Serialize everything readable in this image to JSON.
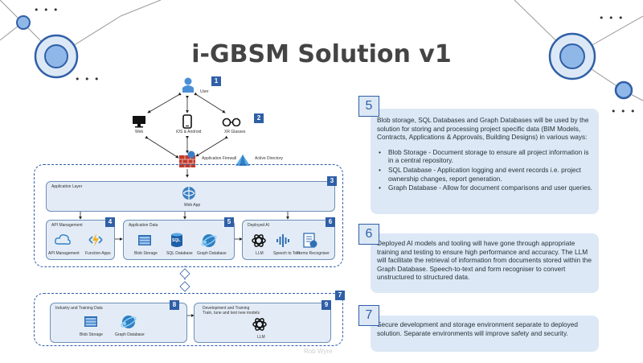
{
  "title": "i-GBSM Solution v1",
  "watermark": "Rob Wyre",
  "colors": {
    "accent": "#2f5fa7",
    "panel": "#e3ecf6",
    "note_bg": "#dce8f5",
    "circle": "#8fb8e8"
  },
  "diagram": {
    "user": {
      "label": "User",
      "badge": "1",
      "icon": "user-icon"
    },
    "devices": {
      "badge": "2",
      "web": {
        "label": "Web",
        "icon": "monitor-icon"
      },
      "mobile": {
        "label": "iOS & Android",
        "icon": "phone-icon"
      },
      "xr": {
        "label": "XR Glasses",
        "icon": "glasses-icon"
      }
    },
    "firewall": {
      "label": "Application Firewall",
      "icon": "firewall-icon"
    },
    "active_directory": {
      "label": "Active Directory",
      "icon": "active-directory-icon"
    },
    "application_layer": {
      "title": "Application Layer",
      "badge": "3",
      "web_app": "Web App"
    },
    "api_management": {
      "title": "API Management",
      "badge": "4",
      "items": [
        "API Management",
        "Function Apps"
      ]
    },
    "application_data": {
      "title": "Application Data",
      "badge": "5",
      "items": [
        "Blob Storage",
        "SQL Database",
        "Graph Database"
      ],
      "sql_glyph": "SQL"
    },
    "deployed_ai": {
      "title": "Deployed AI",
      "badge": "6",
      "items": [
        "LLM",
        "Speech to Text",
        "Forms Recogniser"
      ]
    },
    "environment_badge": "7",
    "industry_data": {
      "title": "Industry and Training Data",
      "badge": "8",
      "items": [
        "Blob Storage",
        "Graph Database"
      ]
    },
    "dev_training": {
      "title": "Development and Training",
      "subtitle": "Train, tune and test new models",
      "badge": "9",
      "items": [
        "LLM"
      ]
    }
  },
  "notes": [
    {
      "number": "5",
      "text": "Blob storage, SQL Databases and Graph Databases will be used by the solution for storing and processing project specific data (BIM Models, Contracts, Applications & Approvals, Building Designs) in various ways:",
      "bullets": [
        "Blob Storage - Document storage to ensure all project information is in a central repository.",
        "SQL Database - Application logging and event records i.e. project ownership changes, report generation.",
        "Graph Database - Allow for document comparisons and user queries."
      ]
    },
    {
      "number": "6",
      "text": "Deployed AI models and tooling will have gone through appropriate training and testing to ensure high performance and accuracy. The LLM will facilitate the retrieval of information from documents stored within the Graph Database. Speech-to-text and form recogniser to convert unstructured to structured data."
    },
    {
      "number": "7",
      "text": "Secure development and storage environment separate to deployed solution. Separate environments will improve safety and security."
    }
  ]
}
